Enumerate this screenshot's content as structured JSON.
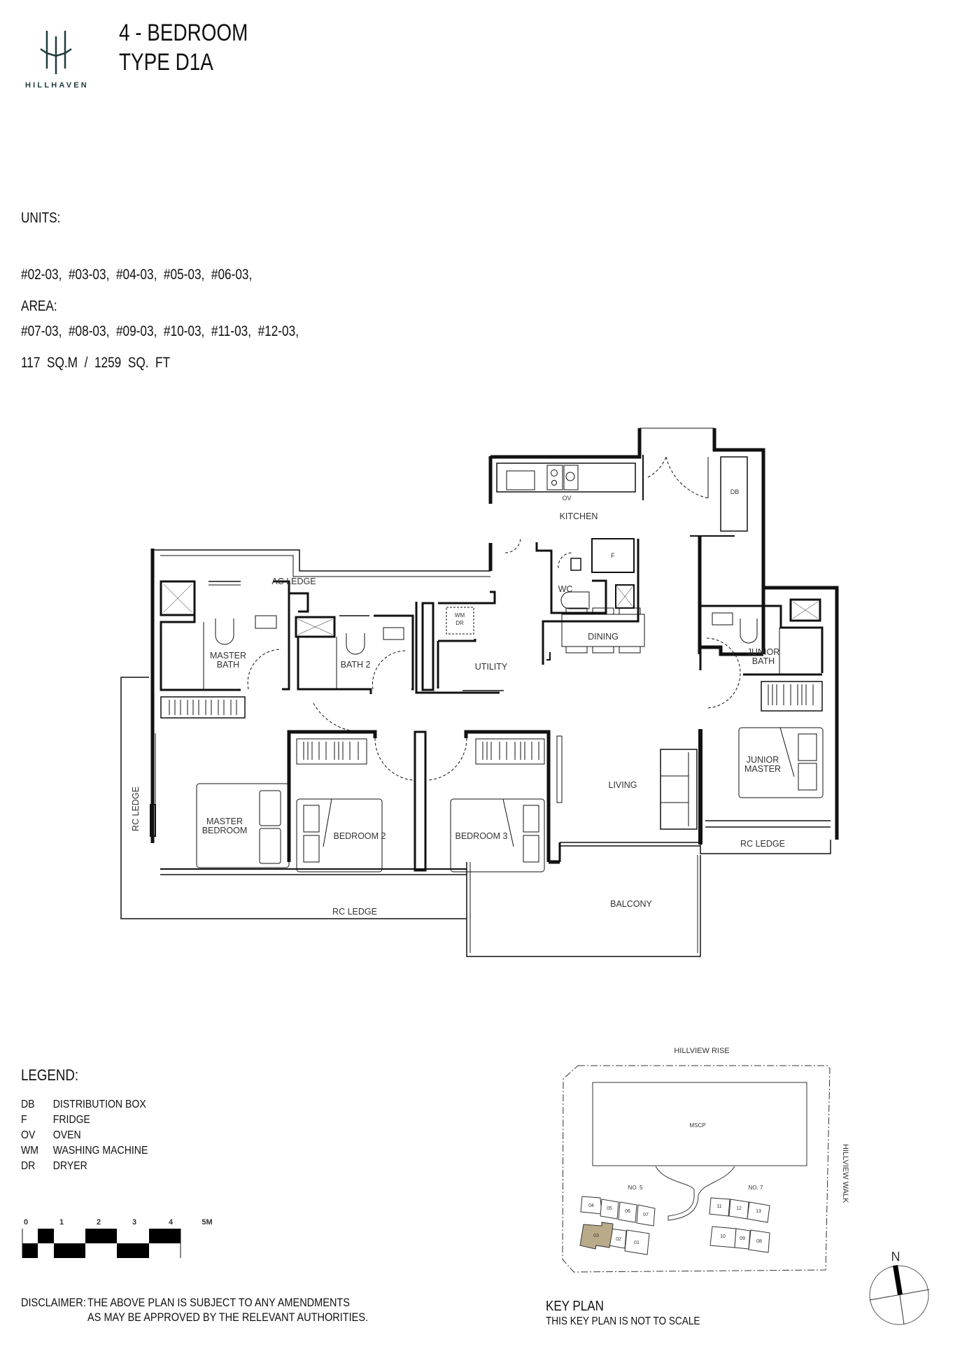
{
  "brand": {
    "name": "HILLHAVEN",
    "accent": "#1f3b3e"
  },
  "header": {
    "title_line1": "4 - BEDROOM",
    "title_line2": "TYPE D1A"
  },
  "units": {
    "label": "UNITS:",
    "line1": "#02-03,  #03-03,  #04-03,  #05-03,  #06-03,",
    "line2": "#07-03,  #08-03,  #09-03,  #10-03,  #11-03,  #12-03,"
  },
  "area": {
    "label": "AREA:",
    "value": "117  SQ.M  /  1259  SQ.  FT"
  },
  "floor_plan": {
    "rooms": {
      "kitchen": "KITCHEN",
      "oven": "OV",
      "db": "DB",
      "fridge": "F",
      "wc": "WC",
      "ac_ledge": "AC LEDGE",
      "master_bath_1": "MASTER",
      "master_bath_2": "BATH",
      "bath2": "BATH 2",
      "wm": "WM",
      "dr": "DR",
      "utility": "UTILITY",
      "dining": "DINING",
      "junior_bath_1": "JUNIOR",
      "junior_bath_2": "BATH",
      "master_bedroom_1": "MASTER",
      "master_bedroom_2": "BEDROOM",
      "bedroom2": "BEDROOM 2",
      "bedroom3": "BEDROOM 3",
      "living": "LIVING",
      "junior_master_1": "JUNIOR",
      "junior_master_2": "MASTER",
      "rc_ledge_left": "RC LEDGE",
      "rc_ledge_bottom": "RC LEDGE",
      "rc_ledge_right": "RC LEDGE",
      "balcony": "BALCONY"
    }
  },
  "legend": {
    "title": "LEGEND:",
    "items": [
      {
        "abbr": "DB",
        "desc": "DISTRIBUTION  BOX"
      },
      {
        "abbr": "F",
        "desc": "FRIDGE"
      },
      {
        "abbr": "OV",
        "desc": "OVEN"
      },
      {
        "abbr": "WM",
        "desc": "WASHING  MACHINE"
      },
      {
        "abbr": "DR",
        "desc": "DRYER"
      }
    ]
  },
  "scale_bar": {
    "ticks": [
      "0",
      "1",
      "2",
      "3",
      "4",
      "5M"
    ]
  },
  "disclaimer": {
    "label": "DISCLAIMER:",
    "line1": "THE  ABOVE  PLAN  IS  SUBJECT  TO  ANY  AMENDMENTS",
    "line2": "AS  MAY  BE  APPROVED  BY  THE  RELEVANT  AUTHORITIES."
  },
  "key_plan": {
    "road_top": "HILLVIEW  RISE",
    "road_right": "HILLVIEW  WALK",
    "mscp": "MSCP",
    "block_left": "NO. 5",
    "block_right": "NO. 7",
    "stacks_left": [
      "04",
      "05",
      "06",
      "07",
      "03",
      "02",
      "01"
    ],
    "stacks_right": [
      "11",
      "12",
      "13",
      "10",
      "09",
      "08"
    ],
    "highlighted_stack": "03",
    "highlight_color": "#b9ab8a",
    "title": "KEY  PLAN",
    "subtitle": "THIS  KEY  PLAN  IS  NOT  TO  SCALE"
  },
  "compass": {
    "label": "N"
  }
}
